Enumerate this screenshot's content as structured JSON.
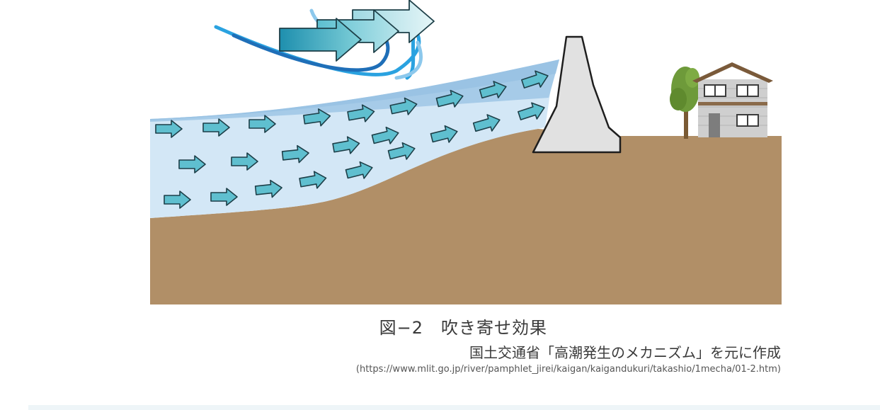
{
  "figure": {
    "title": "図−2　吹き寄せ効果",
    "source": "国土交通省「高潮発生のメカニズム」を元に作成",
    "url": "(https://www.mlit.go.jp/river/pamphlet_jirei/kaigan/kaigandukuri/takashio/1mecha/01-2.htm)"
  },
  "colors": {
    "ground": "#b18f67",
    "sea_light": "#d3e7f6",
    "sea_surge": "#a6cbe8",
    "current_arrow": "#5fbfcf",
    "wind_dark": "#1f6fb8",
    "wind_mid": "#2aa2e0",
    "wind_light": "#8cc8ec",
    "seawall": "#e1e1e1",
    "house_wall": "#cfcfcf",
    "tree": "#6e9a3a"
  },
  "icons": [
    "wind-arrow-icon",
    "current-arrow-icon",
    "seawall-icon",
    "house-icon",
    "tree-icon"
  ]
}
